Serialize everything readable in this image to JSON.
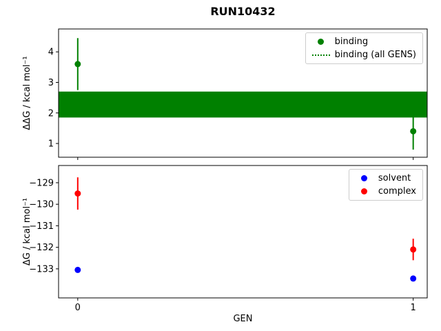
{
  "title": "RUN10432",
  "chart_data": [
    {
      "type": "scatter",
      "name": "binding-free-energy-plot",
      "ylabel": "ΔΔG / kcal mol⁻¹",
      "xlabel": "",
      "ylim": [
        0.55,
        4.75
      ],
      "ytick_values": [
        1,
        2,
        3,
        4
      ],
      "ytick_labels": [
        "1",
        "2",
        "3",
        "4"
      ],
      "xtick_values": [
        0,
        1
      ],
      "xtick_labels": null,
      "grid": false,
      "series": [
        {
          "name": "binding",
          "color": "#008000",
          "marker": "dot",
          "x": [
            0,
            1
          ],
          "y": [
            3.6,
            1.4
          ],
          "yerr": [
            0.85,
            0.6
          ]
        }
      ],
      "band": {
        "label": "binding (all GENS)",
        "color": "#008000",
        "center": 2.27,
        "ymin": 1.85,
        "ymax": 2.7,
        "linestyle": "dotted"
      },
      "legend": {
        "position": "upper right",
        "items": [
          {
            "label": "binding",
            "marker": "dot",
            "color": "#008000"
          },
          {
            "label": "binding (all GENS)",
            "marker": "dotted-line",
            "color": "#008000"
          }
        ]
      }
    },
    {
      "type": "scatter",
      "name": "absolute-free-energy-plot",
      "ylabel": "ΔG / kcal mol⁻¹",
      "xlabel": "GEN",
      "ylim": [
        -134.35,
        -128.2
      ],
      "ytick_values": [
        -129,
        -130,
        -131,
        -132,
        -133
      ],
      "ytick_labels": [
        "−129",
        "−130",
        "−131",
        "−132",
        "−133"
      ],
      "xtick_values": [
        0,
        1
      ],
      "xtick_labels": [
        "0",
        "1"
      ],
      "grid": false,
      "series": [
        {
          "name": "solvent",
          "color": "#0000ff",
          "marker": "dot",
          "x": [
            0,
            1
          ],
          "y": [
            -133.05,
            -133.45
          ],
          "yerr": [
            0.1,
            0.1
          ]
        },
        {
          "name": "complex",
          "color": "#ff0000",
          "marker": "dot",
          "x": [
            0,
            1
          ],
          "y": [
            -129.5,
            -132.1
          ],
          "yerr": [
            0.75,
            0.5
          ]
        }
      ],
      "legend": {
        "position": "upper right",
        "items": [
          {
            "label": "solvent",
            "marker": "dot",
            "color": "#0000ff"
          },
          {
            "label": "complex",
            "marker": "dot",
            "color": "#ff0000"
          }
        ]
      }
    }
  ]
}
